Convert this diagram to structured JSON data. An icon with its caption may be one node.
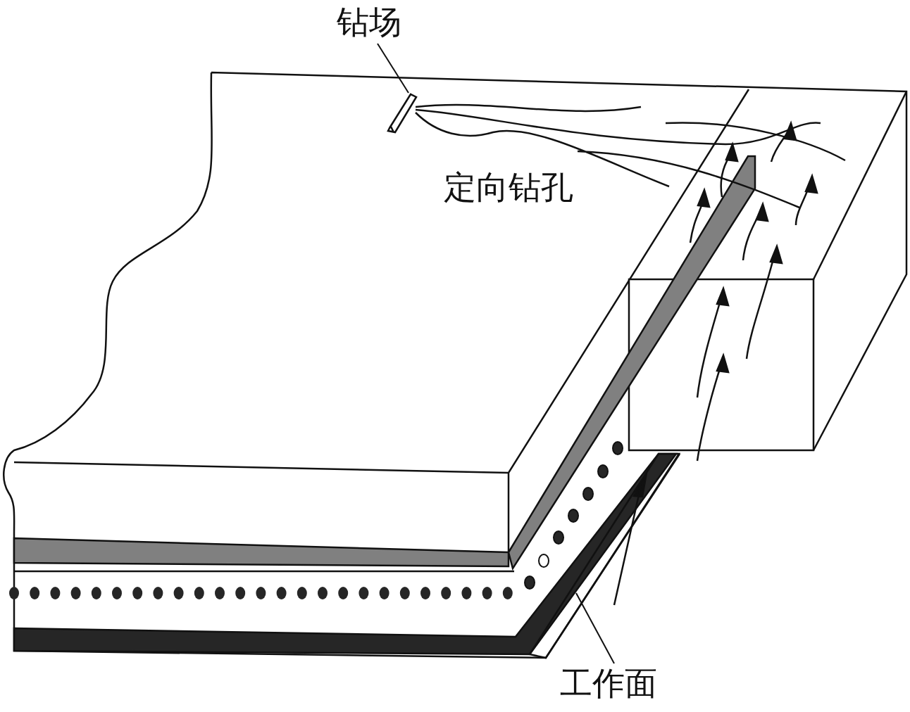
{
  "diagram": {
    "nodes": [
      {
        "text": [
          "钻场"
        ]
      },
      {
        "text": [],
        "shape": "box"
      },
      {
        "text": [
          "工作面"
        ]
      },
      {
        "text": [],
        "shape": "bar"
      }
    ],
    "edges": [
      {
        "from": 0,
        "to": 1,
        "arrow": "none"
      },
      {
        "from": 2,
        "to": 3,
        "arrow": "none"
      }
    ],
    "labels": [
      "定向钻孔"
    ]
  }
}
